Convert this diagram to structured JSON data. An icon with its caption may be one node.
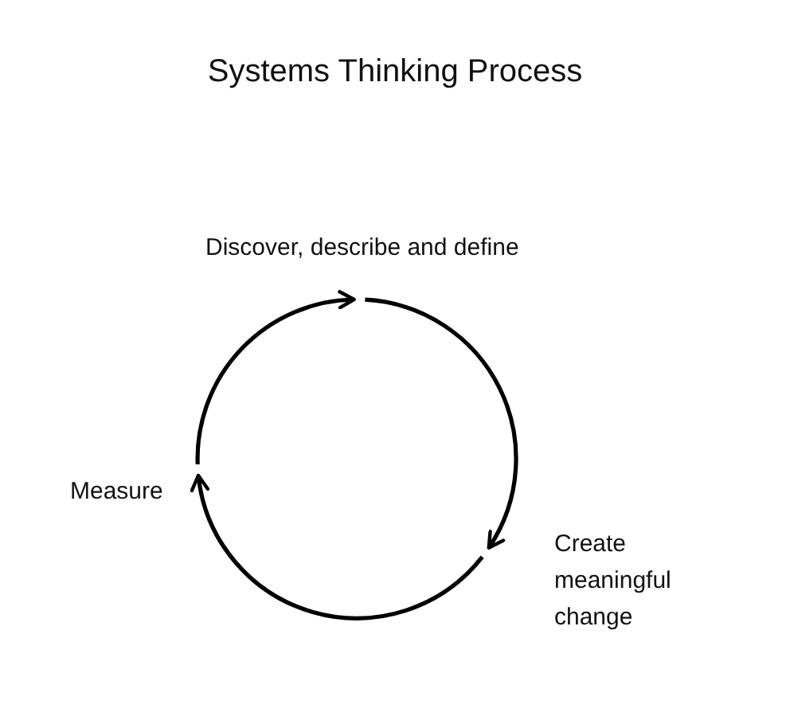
{
  "diagram": {
    "title": "Systems Thinking Process",
    "nodes": [
      {
        "text": [
          "Discover, describe and define"
        ]
      },
      {
        "text": [
          "Create meaningful change"
        ]
      },
      {
        "text": [
          "Measure"
        ]
      }
    ],
    "edges": [
      {
        "from": 2,
        "to": 0,
        "arrow": "to"
      },
      {
        "from": 0,
        "to": 1,
        "arrow": "to"
      },
      {
        "from": 1,
        "to": 2,
        "arrow": "to"
      }
    ]
  }
}
